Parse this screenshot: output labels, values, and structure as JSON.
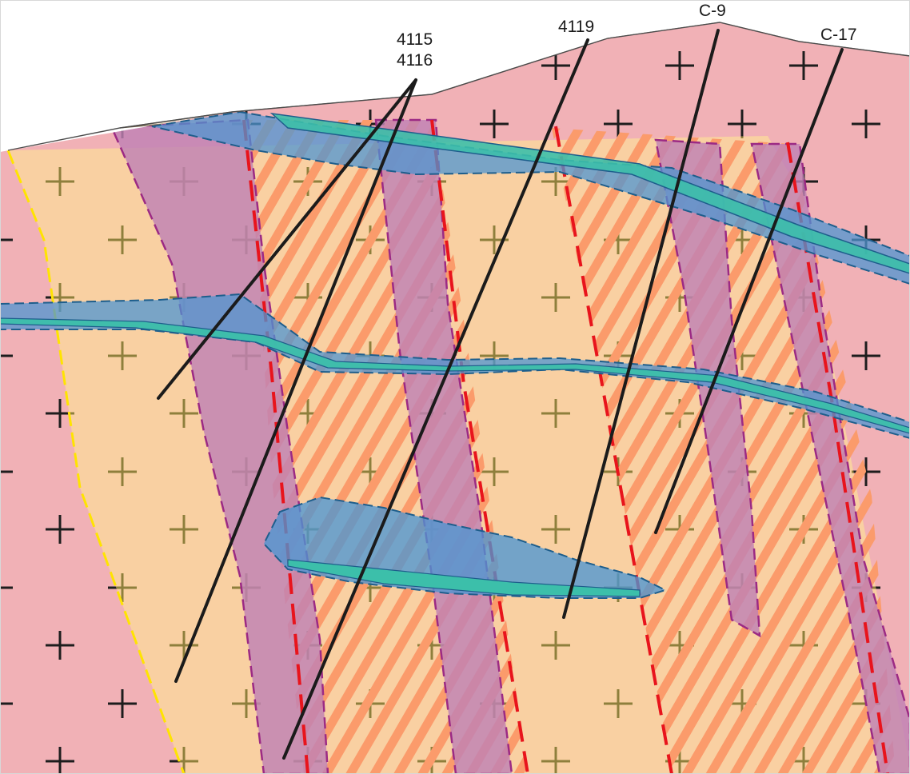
{
  "drillholes": [
    {
      "id": "4115",
      "label": "4115"
    },
    {
      "id": "4116",
      "label": "4116"
    },
    {
      "id": "4119",
      "label": "4119"
    },
    {
      "id": "C-9",
      "label": "C-9"
    },
    {
      "id": "C-17",
      "label": "C-17"
    }
  ],
  "colors": {
    "cover": "#f1e2d0",
    "granite_pink": "#f1b1b6",
    "orange_unit": "#f9d0a2",
    "purple_zone": "#c081b4",
    "hatch_orange": "#fb9b6b",
    "lens_blue": "#4d96d2",
    "lens_teal": "#3cbfaa",
    "fault_red": "#e8141c",
    "contact_yellow": "#ffe400",
    "drill_line": "#1b1b1b"
  }
}
